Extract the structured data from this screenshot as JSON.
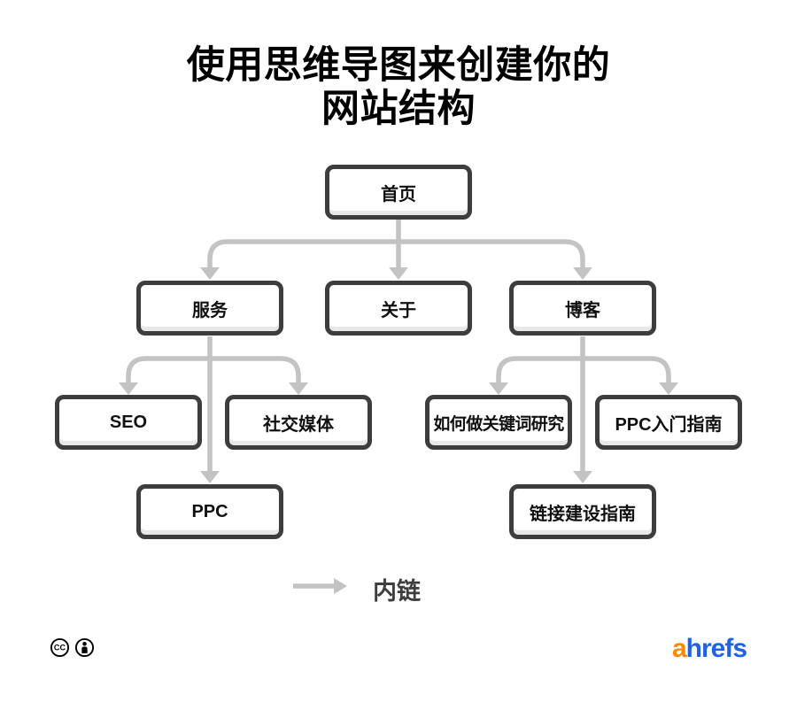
{
  "title": {
    "line1": "使用思维导图来创建你的",
    "line2": "网站结构"
  },
  "nodes": {
    "home": {
      "label": "首页",
      "level": 1
    },
    "services": {
      "label": "服务",
      "level": 2
    },
    "about": {
      "label": "关于",
      "level": 2
    },
    "blog": {
      "label": "博客",
      "level": 2
    },
    "seo": {
      "label": "SEO",
      "level": 3
    },
    "social_media": {
      "label": "社交媒体",
      "level": 3
    },
    "ppc": {
      "label": "PPC",
      "level": 3
    },
    "keyword_research": {
      "label": "如何做关键词研究",
      "level": 3
    },
    "ppc_guide": {
      "label": "PPC入门指南",
      "level": 3
    },
    "link_building": {
      "label": "链接建设指南",
      "level": 3
    }
  },
  "edges": [
    [
      "home",
      "services"
    ],
    [
      "home",
      "about"
    ],
    [
      "home",
      "blog"
    ],
    [
      "services",
      "seo"
    ],
    [
      "services",
      "social_media"
    ],
    [
      "services",
      "ppc"
    ],
    [
      "blog",
      "keyword_research"
    ],
    [
      "blog",
      "ppc_guide"
    ],
    [
      "blog",
      "link_building"
    ]
  ],
  "legend": {
    "arrow_icon": "right-arrow",
    "label": "内链"
  },
  "footer": {
    "license": {
      "icons": [
        "cc-icon",
        "attribution-icon"
      ]
    },
    "brand": {
      "part1": "a",
      "part2": "hrefs",
      "part1_color": "#ff8800",
      "part2_color": "#1e62e5"
    }
  },
  "colors": {
    "background": "#ffffff",
    "node_border": "#3d3d3d",
    "node_fill": "#ffffff",
    "node_bottom_shade": "#e8e8e8",
    "connector": "#c3c3c3",
    "title_text": "#000000",
    "node_text": "#111111",
    "legend_text": "#3d3d3d"
  }
}
